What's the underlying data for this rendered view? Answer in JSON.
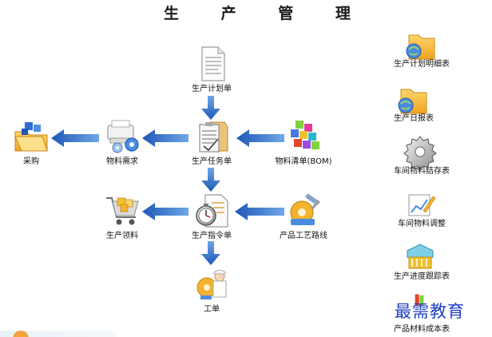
{
  "title": "生 产 管 理",
  "flow": {
    "plan": "生产计划单",
    "task": "生产任务单",
    "order": "生产指令单",
    "material_demand": "物料需求",
    "purchase": "采购",
    "bom": "物料清单(BOM)",
    "route": "产品工艺路线",
    "picking": "生产领料",
    "work_order": "工单"
  },
  "reports": [
    "生产计划明细表",
    "生产日报表",
    "车间物料结存表",
    "车间物料调整",
    "生产进度跟踪表",
    "产品材料成本表"
  ],
  "watermark": "最需教育"
}
